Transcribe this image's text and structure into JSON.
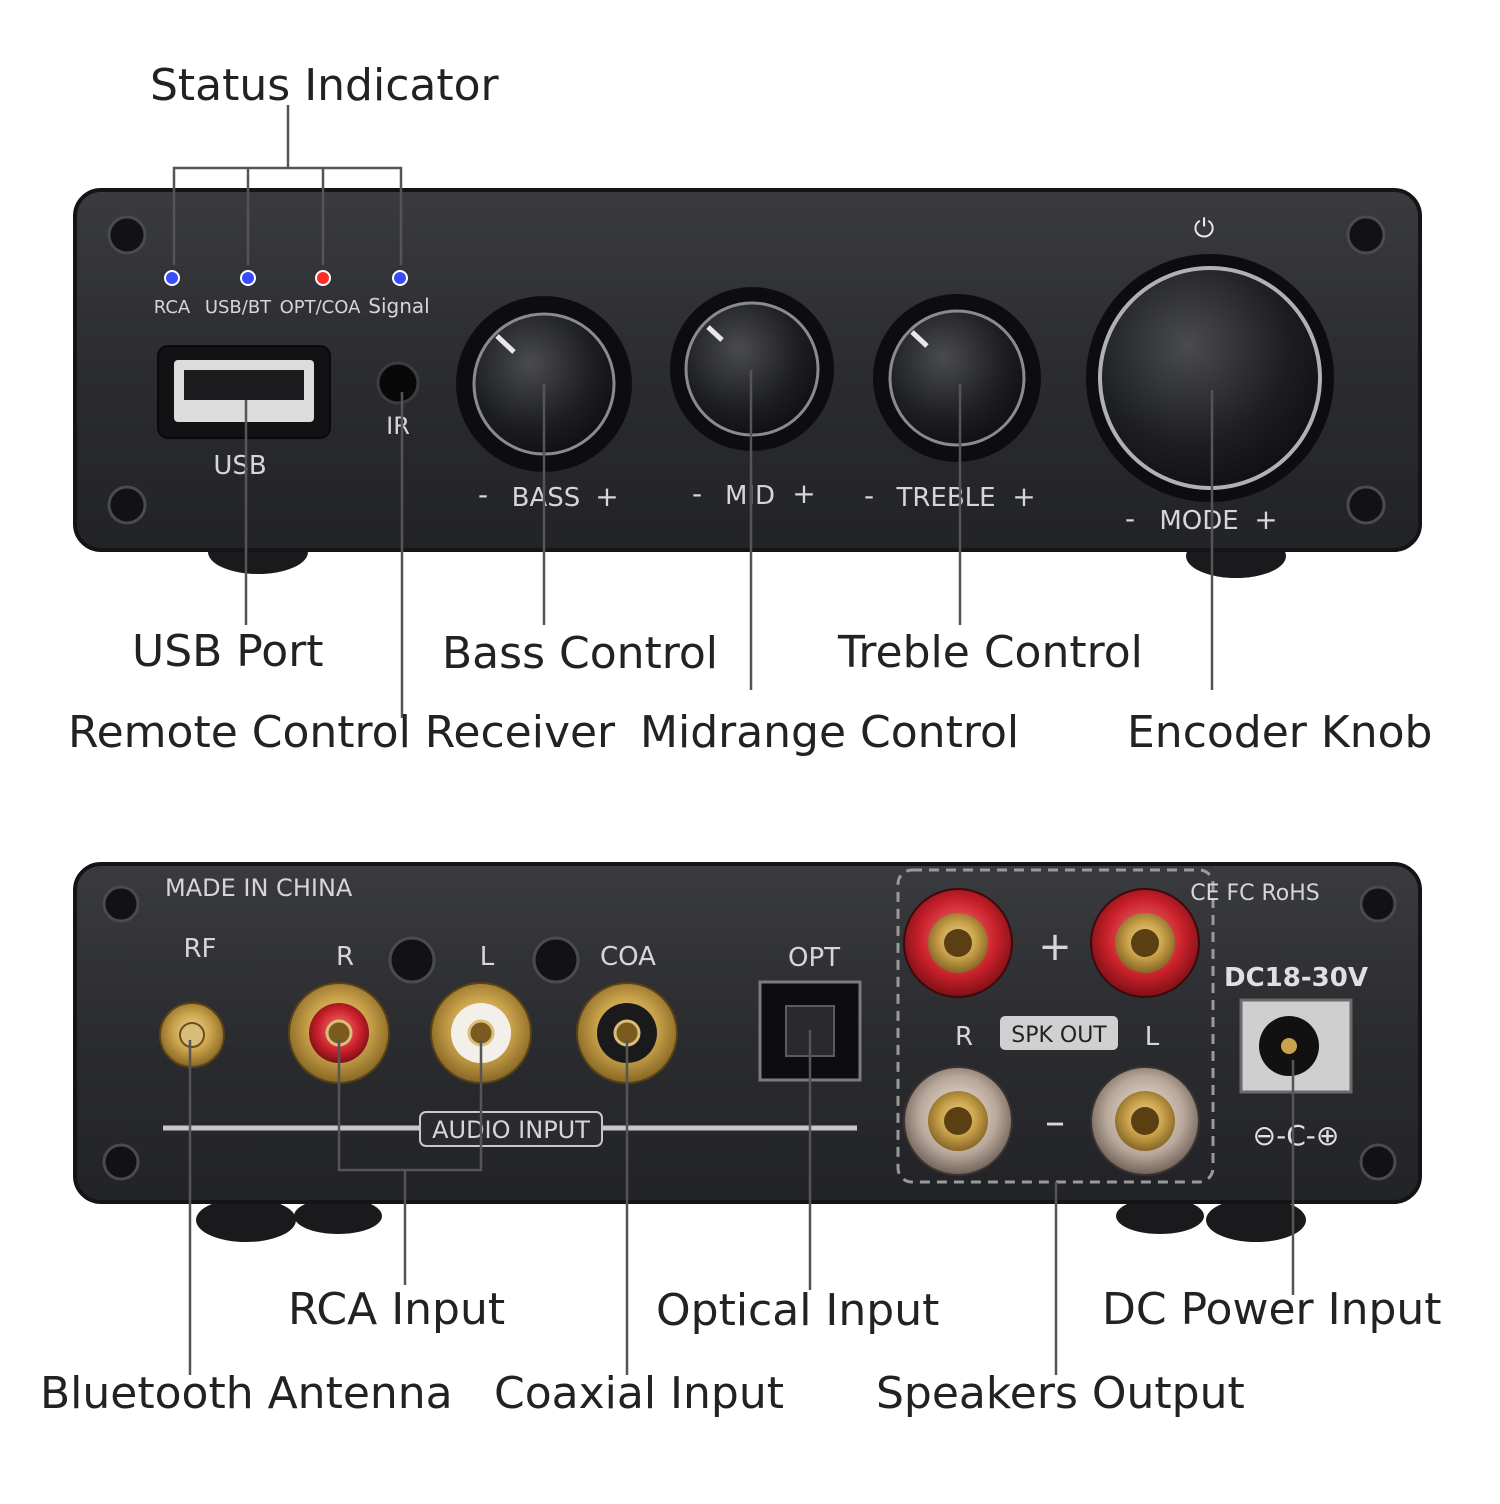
{
  "front_panel": {
    "callouts": {
      "status_indicator": "Status Indicator",
      "usb_port": "USB Port",
      "remote_receiver": "Remote Control Receiver",
      "bass_control": "Bass Control",
      "midrange_control": "Midrange Control",
      "treble_control": "Treble Control",
      "encoder_knob": "Encoder Knob"
    },
    "panel_text": {
      "led_rca": "RCA",
      "led_usb_bt": "USB/BT",
      "led_opt_coa": "OPT/COA",
      "led_signal": "Signal",
      "usb": "USB",
      "ir": "IR",
      "bass": "BASS",
      "mid": "MID",
      "treble": "TREBLE",
      "mode": "MODE",
      "minus": "-",
      "plus": "+"
    },
    "led_colors": {
      "rca": "#3a4cff",
      "usb_bt": "#3a4cff",
      "opt_coa": "#ff2a2a",
      "signal": "#3a4cff"
    }
  },
  "rear_panel": {
    "callouts": {
      "rca_input": "RCA Input",
      "bluetooth_antenna": "Bluetooth Antenna",
      "coaxial_input": "Coaxial Input",
      "optical_input": "Optical Input",
      "speakers_output": "Speakers Output",
      "dc_power_input": "DC Power Input"
    },
    "panel_text": {
      "made_in": "MADE IN CHINA",
      "rf": "RF",
      "r": "R",
      "l": "L",
      "coa": "COA",
      "opt": "OPT",
      "audio_input": "AUDIO INPUT",
      "spk_out": "SPK OUT",
      "plus": "+",
      "minus": "–",
      "dc_rating": "DC18-30V",
      "certs": "CE FC RoHS"
    }
  },
  "colors": {
    "chassis": "#2c2d30",
    "chassis_edge": "#16171a",
    "label_text": "#d6d6d6",
    "red_terminal": "#c8202a",
    "gold": "#c9a24a"
  }
}
